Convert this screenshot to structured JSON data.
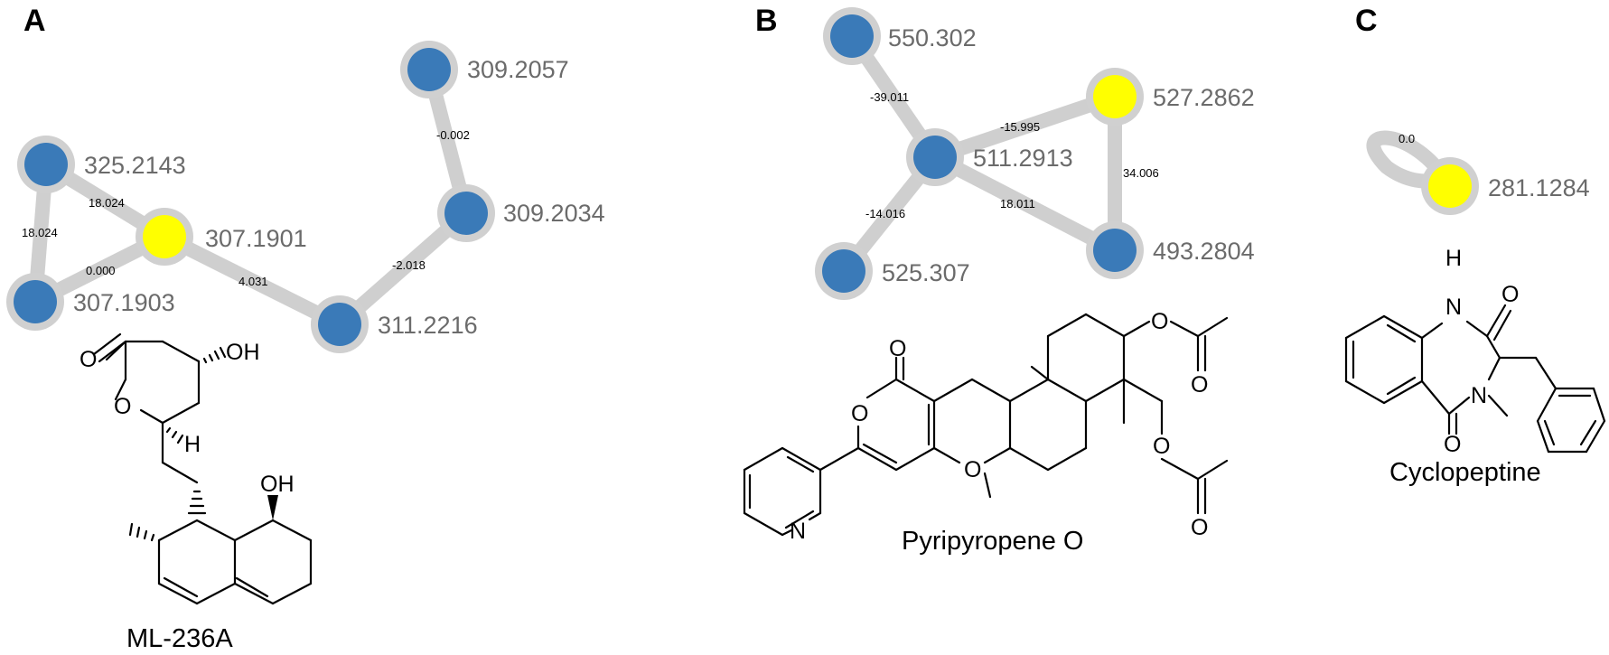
{
  "panels": [
    {
      "letter": "A",
      "compound": "ML-236A",
      "nodes": [
        {
          "label": "309.2057",
          "color": "#3a7ab8"
        },
        {
          "label": "325.2143",
          "color": "#3a7ab8"
        },
        {
          "label": "307.1901",
          "color": "#ffff00"
        },
        {
          "label": "309.2034",
          "color": "#3a7ab8"
        },
        {
          "label": "307.1903",
          "color": "#3a7ab8"
        },
        {
          "label": "311.2216",
          "color": "#3a7ab8"
        }
      ],
      "edges": [
        {
          "label": "-0.002"
        },
        {
          "label": "18.024"
        },
        {
          "label": "18.024"
        },
        {
          "label": "0.000"
        },
        {
          "label": "4.031"
        },
        {
          "label": "-2.018"
        }
      ],
      "atoms": {
        "o_carbonyl": "O",
        "oh_top": "OH",
        "o_ring": "O",
        "h": "H",
        "oh_right": "OH"
      }
    },
    {
      "letter": "B",
      "compound": "Pyripyropene O",
      "nodes": [
        {
          "label": "550.302",
          "color": "#3a7ab8"
        },
        {
          "label": "527.2862",
          "color": "#ffff00"
        },
        {
          "label": "511.2913",
          "color": "#3a7ab8"
        },
        {
          "label": "493.2804",
          "color": "#3a7ab8"
        },
        {
          "label": "525.307",
          "color": "#3a7ab8"
        }
      ],
      "edges": [
        {
          "label": "-39.011"
        },
        {
          "label": "-15.995"
        },
        {
          "label": "34.006"
        },
        {
          "label": "18.011"
        },
        {
          "label": "-14.016"
        }
      ],
      "atoms": {
        "o1": "O",
        "o2": "O",
        "o3": "O",
        "o4": "O",
        "o5": "O",
        "o6": "O",
        "o7": "O",
        "n": "N"
      }
    },
    {
      "letter": "C",
      "compound": "Cyclopeptine",
      "nodes": [
        {
          "label": "281.1284",
          "color": "#ffff00"
        }
      ],
      "edges": [
        {
          "label": "0.0"
        }
      ],
      "atoms": {
        "h": "H",
        "n1": "N",
        "o1": "O",
        "n2": "N",
        "o2": "O"
      }
    }
  ]
}
